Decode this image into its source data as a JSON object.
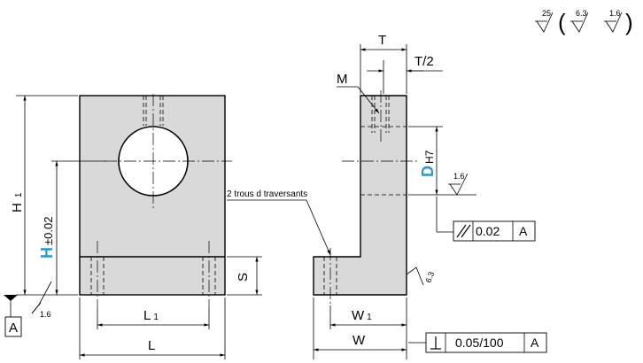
{
  "surface_finish": {
    "main": "25",
    "alt1": "6.3",
    "alt2": "1.6",
    "bracket_open": "(",
    "bracket_close": ")"
  },
  "front_view": {
    "H1_main": "H",
    "H1_sub": "1",
    "H_main": "H",
    "H_tol": "±0.02",
    "S": "S",
    "L1_main": "L",
    "L1_sub": "1",
    "L": "L",
    "datum_label": "A",
    "finish_mark": "1.6"
  },
  "side_view": {
    "T": "T",
    "T_half": "T/2",
    "M": "M",
    "D_main": "D",
    "D_fit": "H7",
    "finish_bore": "1.6",
    "finish_base": "6.3",
    "W1_main": "W",
    "W1_sub": "1",
    "W": "W",
    "note_holes": "2 trous d traversants"
  },
  "tolerance_parallel": {
    "symbol": "parallel-icon",
    "value": "0.02",
    "datum": "A"
  },
  "tolerance_perpendicular": {
    "symbol": "perpendicular-icon",
    "value": "0.05/100",
    "datum": "A"
  },
  "colors": {
    "part_fill": "#d9d9d9",
    "highlight_blue": "#1f9ad6",
    "line": "#000000"
  }
}
